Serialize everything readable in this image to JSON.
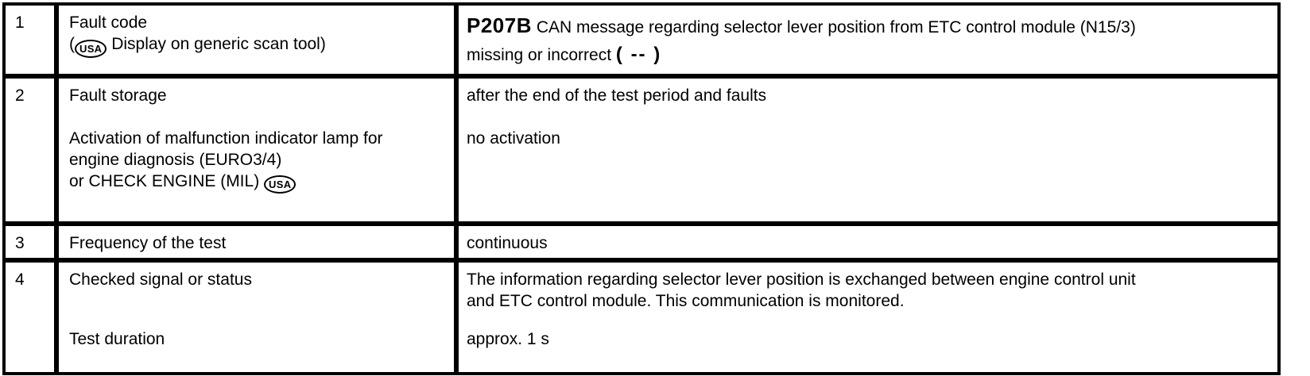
{
  "colors": {
    "background": "#ffffff",
    "border": "#000000",
    "text": "#000000"
  },
  "table": {
    "row1": {
      "num": "1",
      "label_line1": "Fault code",
      "label_open_paren": "(",
      "usa_badge": "USA",
      "label_line2": "Display on generic scan tool)",
      "fault_code": "P207B",
      "value_line1": "CAN message regarding selector lever position from ETC control module (N15/3)",
      "value_line2": "missing or incorrect",
      "value_placeholder": "( -- )"
    },
    "row2": {
      "num": "2",
      "label_line1": "Fault storage",
      "label_line2a": "Activation of malfunction indicator lamp for",
      "label_line2b": "engine diagnosis (EURO3/4)",
      "label_line3": "or CHECK ENGINE (MIL)",
      "usa_badge": "USA",
      "value_line1": "after the end of the test period and faults",
      "value_line2": "no activation"
    },
    "row3": {
      "num": "3",
      "label": "Frequency of the test",
      "value": "continuous"
    },
    "row4": {
      "num": "4",
      "label_line1": "Checked signal or status",
      "label_line2": "Test duration",
      "value_line1a": "The information regarding selector lever position is exchanged between engine control unit",
      "value_line1b": "and ETC control module. This communication is monitored.",
      "value_line2": "approx. 1 s"
    }
  }
}
